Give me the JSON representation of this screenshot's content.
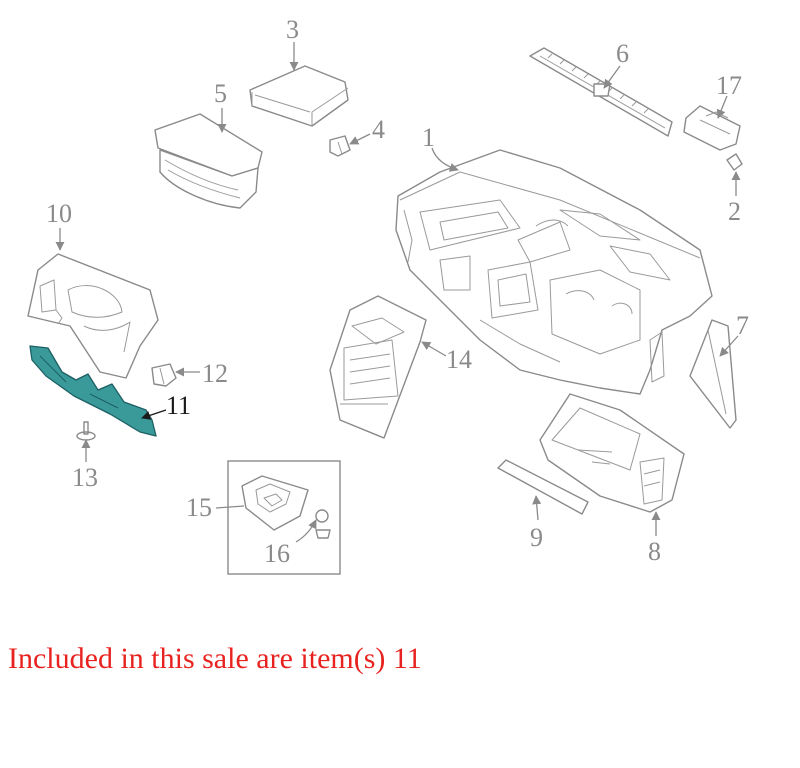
{
  "diagram": {
    "labels": {
      "p1": "1",
      "p2": "2",
      "p3": "3",
      "p4": "4",
      "p5": "5",
      "p6": "6",
      "p7": "7",
      "p8": "8",
      "p9": "9",
      "p10": "10",
      "p11": "11",
      "p12": "12",
      "p13": "13",
      "p14": "14",
      "p15": "15",
      "p16": "16",
      "p17": "17"
    },
    "highlighted_part": "11",
    "colors": {
      "highlight": "#3a9a9a",
      "caption": "#e8231f",
      "line": "#8a8a8a"
    }
  },
  "caption": "Included in this sale are item(s) 11"
}
